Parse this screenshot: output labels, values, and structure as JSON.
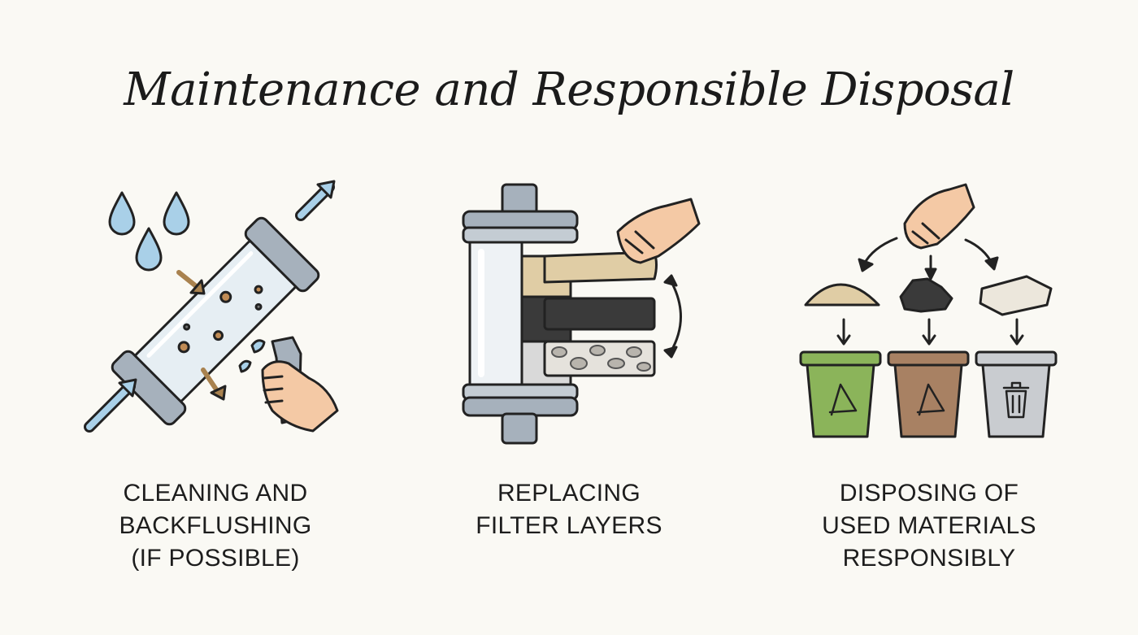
{
  "title": "Maintenance and Responsible Disposal",
  "steps": [
    {
      "icon": "backflush-filter-icon",
      "lines": [
        "CLEANING AND",
        "BACKFLUSHING",
        "(IF POSSIBLE)"
      ]
    },
    {
      "icon": "filter-layers-icon",
      "lines": [
        "REPLACING",
        "FILTER LAYERS"
      ]
    },
    {
      "icon": "recycle-bins-icon",
      "lines": [
        "DISPOSING OF",
        "USED MATERIALS",
        "RESPONSIBLY"
      ]
    }
  ],
  "colors": {
    "water": "#a9d0e8",
    "metal": "#a6b1bc",
    "sand": "#e0cda5",
    "carbon": "#3a3a3a",
    "green_bin": "#8bb45a",
    "brown_bin": "#a88163",
    "grey_bin": "#c9ccd0",
    "skin": "#f4c9a5",
    "arrow": "#a9824f"
  }
}
